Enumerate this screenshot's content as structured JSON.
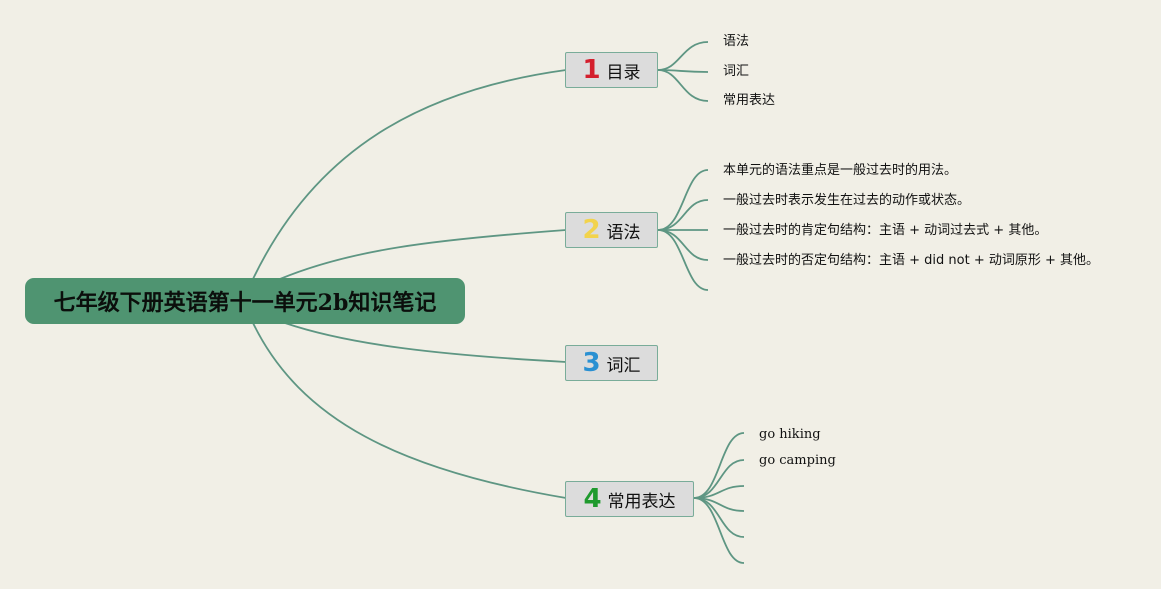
{
  "root": {
    "title": "七年级下册英语第十一单元2b知识笔记"
  },
  "colors": {
    "background": "#f1efe6",
    "root_fill": "#4f9471",
    "connector": "#5e9683",
    "branch_fill": "#dcdcdc",
    "branch_border": "#79ac99"
  },
  "branches": [
    {
      "number": "1",
      "number_color": "#d41f2d",
      "label": "目录",
      "children": [
        "语法",
        "词汇",
        "常用表达"
      ]
    },
    {
      "number": "2",
      "number_color": "#f2d34c",
      "label": "语法",
      "children": [
        "本单元的语法重点是一般过去时的用法。",
        "一般过去时表示发生在过去的动作或状态。",
        "一般过去时的肯定句结构：主语 + 动词过去式 + 其他。",
        "一般过去时的否定句结构：主语 + did not + 动词原形 + 其他。",
        ""
      ]
    },
    {
      "number": "3",
      "number_color": "#2a90d2",
      "label": "词汇",
      "children": []
    },
    {
      "number": "4",
      "number_color": "#1f9a2e",
      "label": "常用表达",
      "children": [
        "go hiking",
        "go camping",
        "",
        "",
        "",
        ""
      ]
    }
  ]
}
